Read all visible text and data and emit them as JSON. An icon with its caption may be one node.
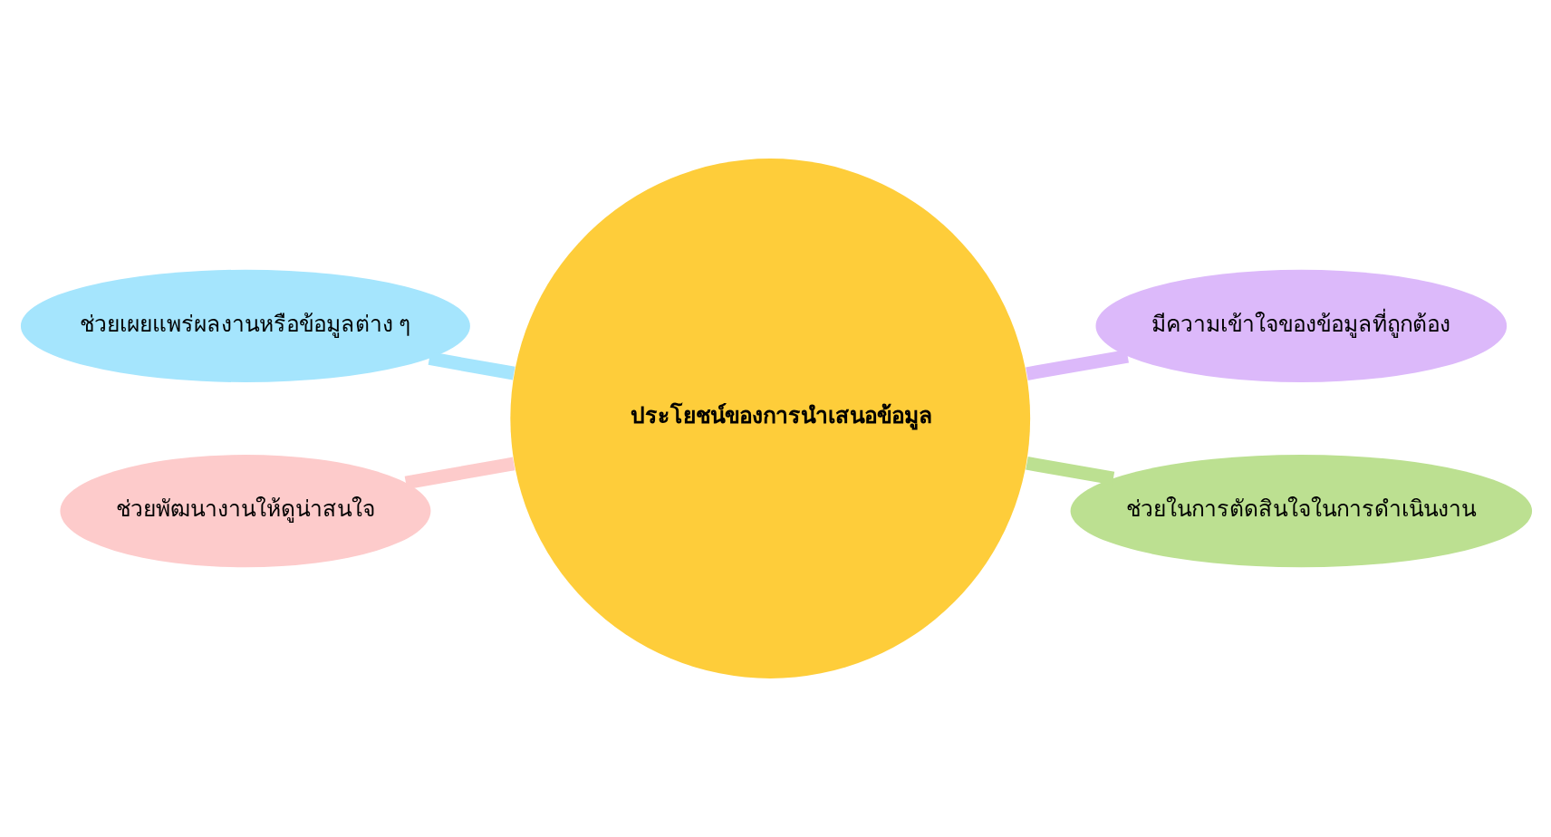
{
  "diagram": {
    "nodes": [
      {
        "text": [
          "ช่วยเผยแพร่ผลงานหรือข้อมูลต่าง ๆ"
        ]
      },
      {
        "text": [
          "มีความเข้าใจของข้อมูลที่ถูกต้อง"
        ]
      },
      {
        "text": [
          "ประโยชน์ของการนำเสนอข้อมูล"
        ]
      },
      {
        "text": [
          "ช่วยพัฒนางานให้ดูน่าสนใจ"
        ]
      },
      {
        "text": [
          "ช่วยในการตัดสินใจในการดำเนินงาน"
        ]
      }
    ],
    "edges": [
      {
        "from": 2,
        "to": 0,
        "arrow": "none",
        "color": "#a5e5fd"
      },
      {
        "from": 2,
        "to": 1,
        "arrow": "none",
        "color": "#dcb9fa"
      },
      {
        "from": 2,
        "to": 3,
        "arrow": "none",
        "color": "#fdcbcb"
      },
      {
        "from": 2,
        "to": 4,
        "arrow": "none",
        "color": "#bce091"
      }
    ]
  }
}
